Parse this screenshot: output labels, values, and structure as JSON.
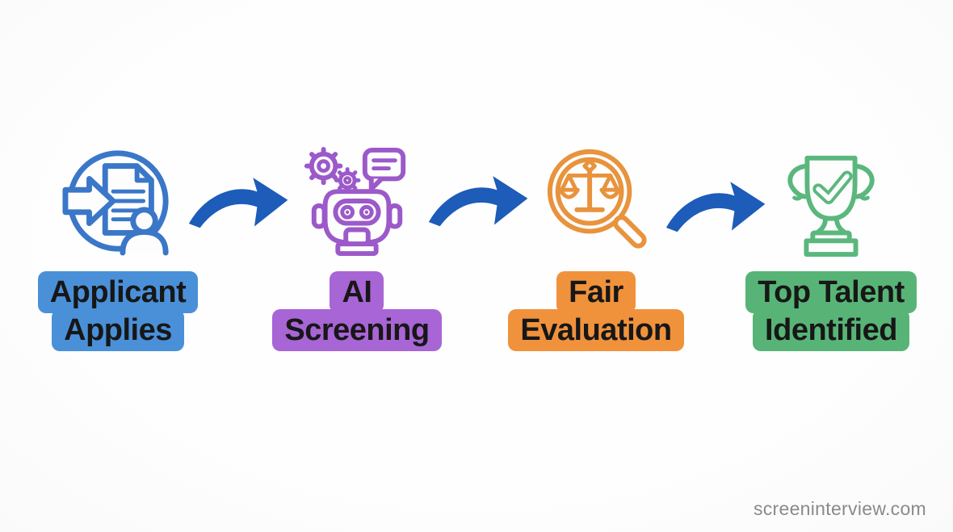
{
  "page": {
    "background": "#fdfdfd",
    "watermark": "screeninterview.com",
    "text_color": "#171717"
  },
  "flow": {
    "arrow_color": "#1d5cb9",
    "steps": [
      {
        "name": "applicant-applies",
        "label_line1": "Applicant",
        "label_line2": "Applies",
        "highlight_color": "#4a90d9",
        "icon": "application-document-person-icon",
        "icon_color": "#3b77c8"
      },
      {
        "name": "ai-screening",
        "label_line1": "AI",
        "label_line2": "Screening",
        "highlight_color": "#a865d5",
        "icon": "robot-gears-chat-icon",
        "icon_color": "#9c59c9"
      },
      {
        "name": "fair-evaluation",
        "label_line1": "Fair",
        "label_line2": "Evaluation",
        "highlight_color": "#f0923c",
        "icon": "magnifier-scales-icon",
        "icon_color": "#e8933d"
      },
      {
        "name": "top-talent-identified",
        "label_line1": "Top Talent",
        "label_line2": "Identified",
        "highlight_color": "#57b476",
        "icon": "trophy-checkmark-icon",
        "icon_color": "#5bb77d"
      }
    ]
  }
}
